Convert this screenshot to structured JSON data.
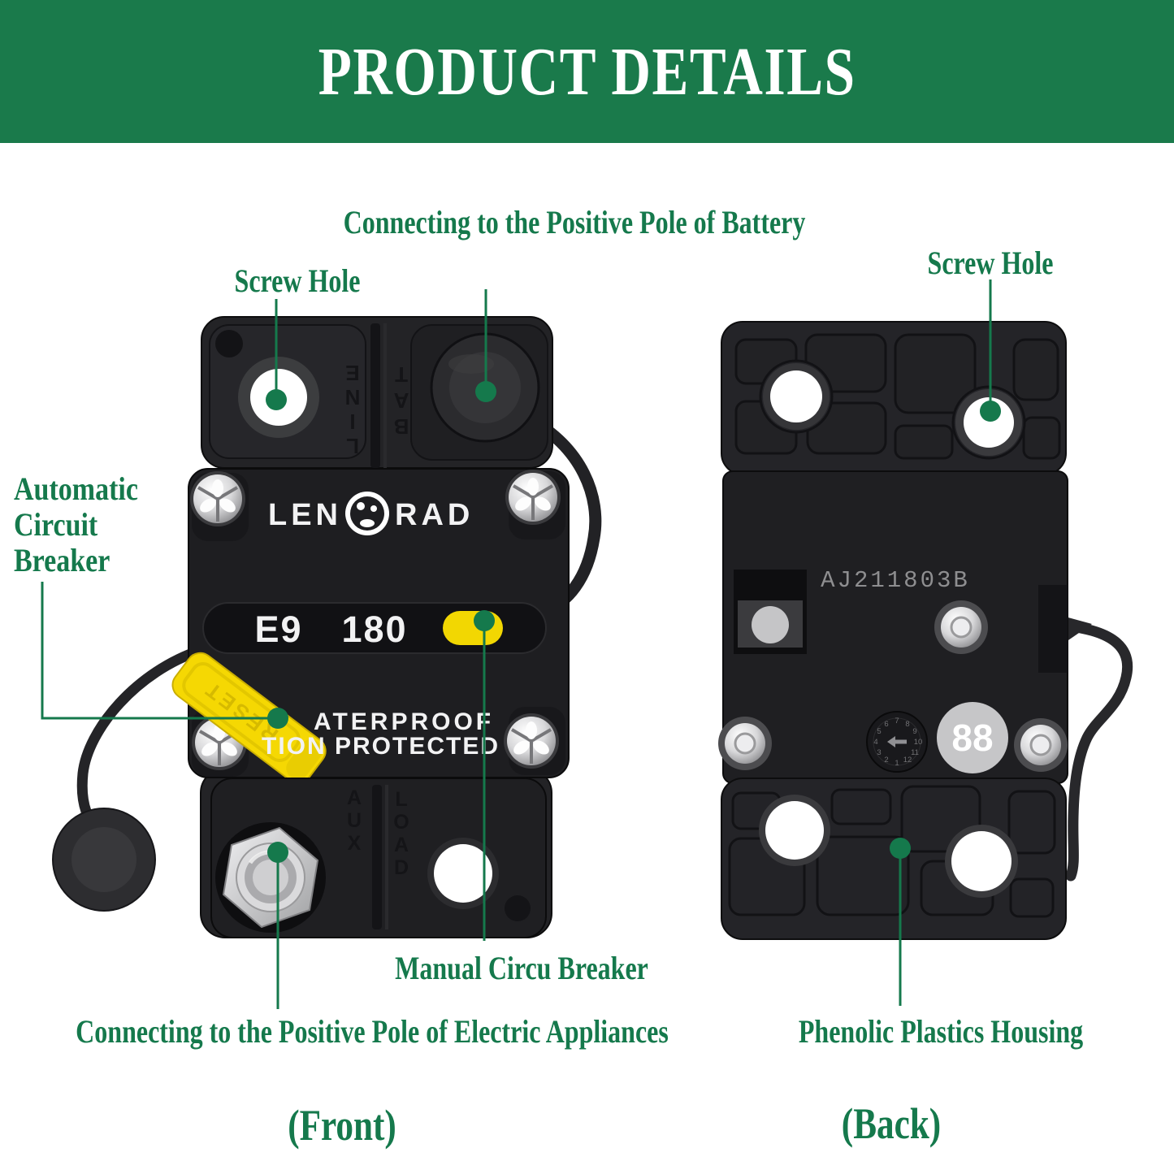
{
  "header": {
    "title": "PRODUCT DETAILS",
    "background": "#1a7a4b",
    "text_color": "#ffffff"
  },
  "colors": {
    "annotation_green": "#15794c",
    "accent_yellow": "#f2d702",
    "housing_black": "#1e1e21"
  },
  "annotations": {
    "battery_label": "Connecting to the Positive Pole of Battery",
    "screw_hole_left_label": "Screw Hole",
    "screw_hole_right_label": "Screw Hole",
    "automatic_breaker_line1": "Automatic",
    "automatic_breaker_line2": "Circuit",
    "automatic_breaker_line3": "Breaker",
    "manual_breaker_label": "Manual Circu Breaker",
    "electric_appliances_label": "Connecting to the Positive Pole of Electric Appliances",
    "phenolic_housing_label": "Phenolic Plastics Housing",
    "front_caption": "(Front)",
    "back_caption": "(Back)"
  },
  "front_unit": {
    "brand_left": "LEN",
    "brand_right": "RAD",
    "model_code": "E9",
    "amp_rating": "180",
    "lever_label": "RESET",
    "waterproof_line": "ATERPROOF",
    "protected_line": "TION PROTECTED",
    "line_label": "LINE",
    "bat_label": "BAT",
    "aux_label": "AUX",
    "load_label": "LOAD"
  },
  "back_unit": {
    "serial_number": "AJ211803B",
    "stamp_number": "88",
    "dial_numbers": [
      "4",
      "5",
      "6",
      "7",
      "8",
      "9",
      "10",
      "11",
      "12",
      "1",
      "2",
      "3"
    ]
  }
}
